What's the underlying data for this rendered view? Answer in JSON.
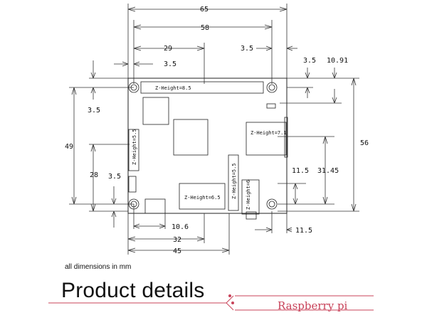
{
  "dimensions": {
    "width_65": "65",
    "width_58": "58",
    "hole_x_29": "29",
    "hole_top_right": "3.5",
    "hole_top_left": "3.5",
    "right_offset_3_5": "3.5",
    "right_offset_10_91": "10.91",
    "left_3_5": "3.5",
    "height_49": "49",
    "height_56": "56",
    "height_28": "28",
    "bottom_3_5": "3.5",
    "right_11_5_upper": "11.5",
    "right_31_45": "31.45",
    "bottom_10_6": "10.6",
    "bottom_32": "32",
    "bottom_45": "45",
    "bottom_11_5": "11.5"
  },
  "z_heights": {
    "header": "Z-Height=8.5",
    "left_connector": "Z-Height=5.5",
    "usb_port": "Z-Height=7.1",
    "hdmi_port": "Z-Height=6.5",
    "camera_connector": "Z-Height=5.5",
    "audio_jack": "Z-Height=6"
  },
  "footer": {
    "note": "all dimensions in mm",
    "title": "Product details",
    "brand": "Raspberry pi"
  },
  "colors": {
    "ink": "#111111",
    "accent": "#c8435a",
    "dim_line": "#333333"
  }
}
